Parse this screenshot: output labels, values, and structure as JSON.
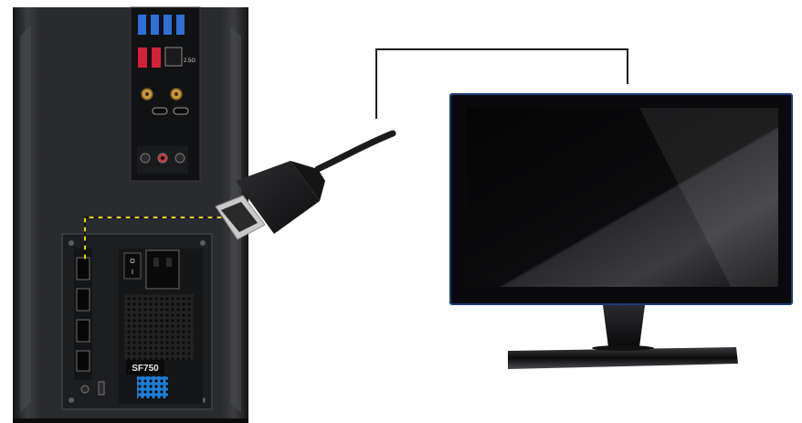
{
  "pc": {
    "psu_label": "SF750",
    "port_label_lan": "2.5G",
    "psu_switch_label": "O",
    "psu_switch_label2": "I"
  },
  "colors": {
    "case_body": "#2a2b2d",
    "case_edge": "#1a1b1d",
    "case_highlight": "#5a5c60",
    "io_panel": "#101112",
    "usb3_blue": "#2f6fd6",
    "usb_red": "#d6203a",
    "antenna_gold": "#c99a3a",
    "audio_red": "#c8323b",
    "fan_blue": "#1d7fd6",
    "guide_line": "#e8d21a",
    "monitor_bezel": "#0a0a0c",
    "monitor_frame_blue": "#1c3b78",
    "cable": "#1b1b1b",
    "connector_metal": "#c9c9c9"
  },
  "icons": {
    "usb": "usb-port-icon",
    "lan": "ethernet-port-icon",
    "antenna": "wifi-antenna-connector-icon",
    "audio": "audio-jack-icon",
    "power": "power-socket-icon",
    "displayport": "displayport-connector-icon",
    "fan": "fan-grille-icon"
  }
}
